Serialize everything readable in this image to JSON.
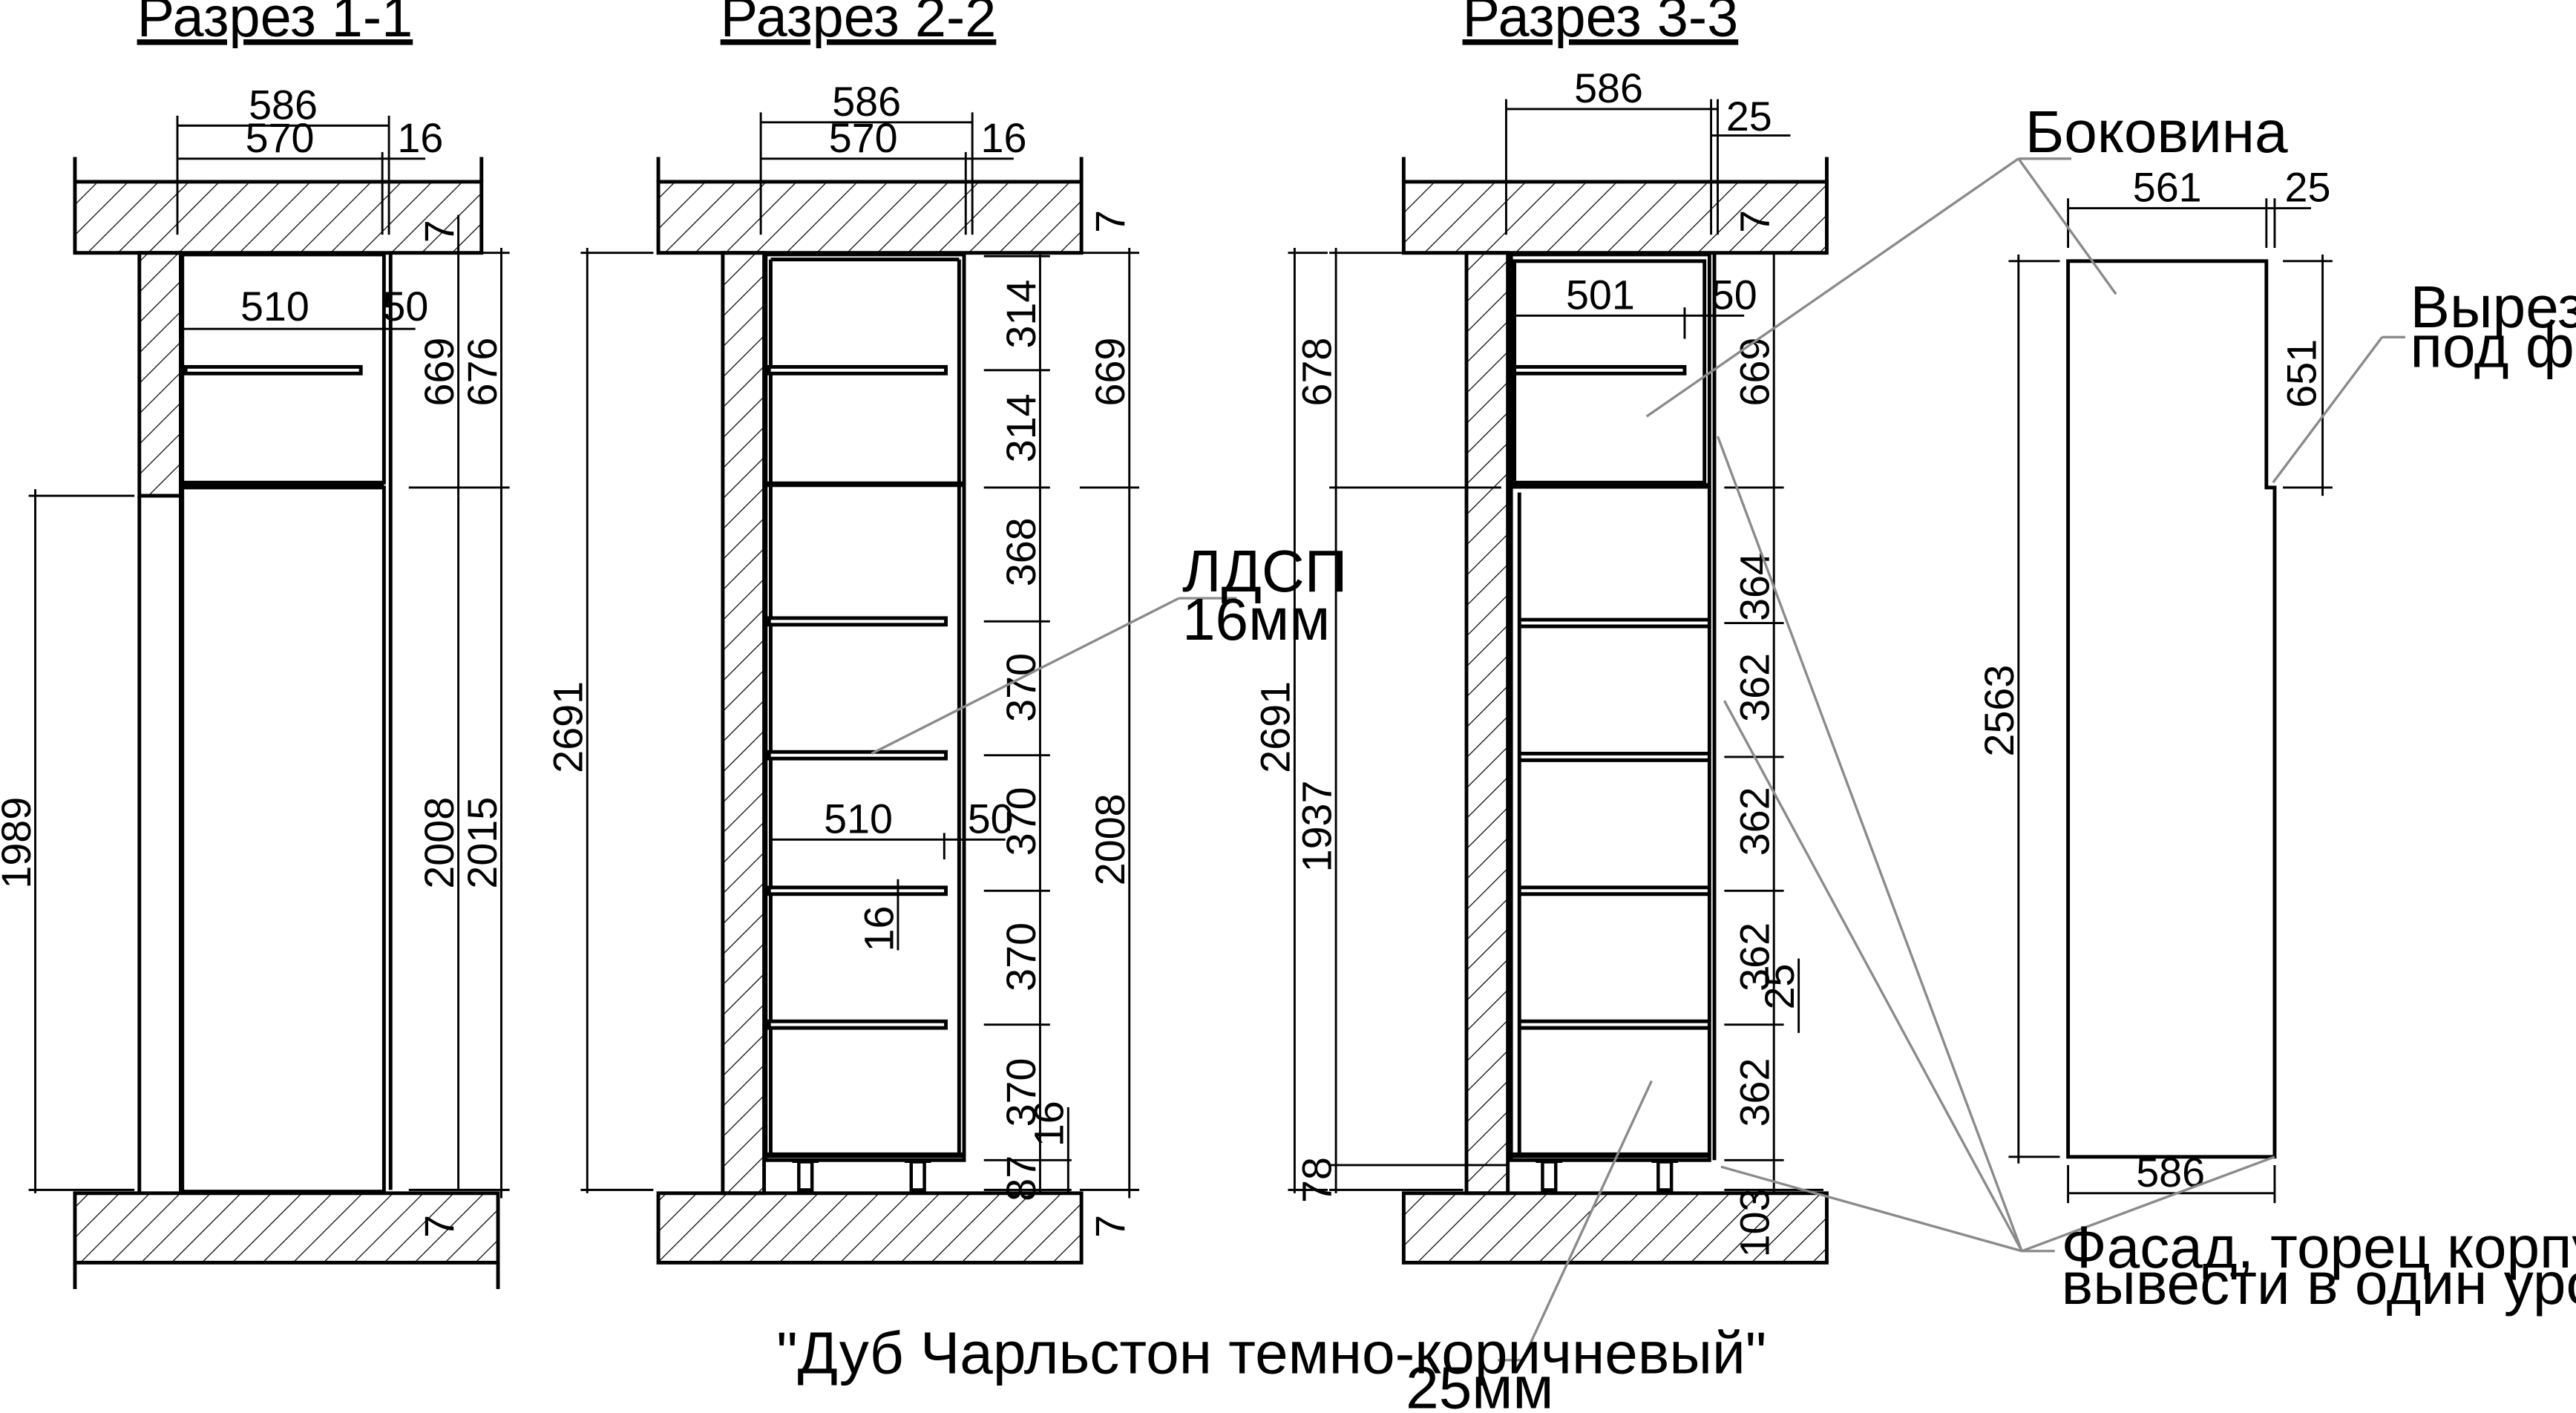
{
  "sections": {
    "s1": {
      "title": "Разрез 1-1"
    },
    "s2": {
      "title": "Разрез 2-2"
    },
    "s3": {
      "title": "Разрез 3-3"
    }
  },
  "dims": {
    "s1": {
      "w586": "586",
      "w570": "570",
      "w16": "16",
      "w510": "510",
      "w50": "50",
      "h7top": "7",
      "h669": "669",
      "h676": "676",
      "h2008": "2008",
      "h2015": "2015",
      "h1989": "1989",
      "h7bot": "7"
    },
    "s2": {
      "w586": "586",
      "w570": "570",
      "w16": "16",
      "w510": "510",
      "w50": "50",
      "h7top": "7",
      "h314a": "314",
      "h314b": "314",
      "h368": "368",
      "h370a": "370",
      "h370b": "370",
      "h370c": "370",
      "h370d": "370",
      "h16v": "16",
      "h16s": "16",
      "h87": "87",
      "h7bot": "7",
      "h669": "669",
      "h2008": "2008",
      "h2691": "2691"
    },
    "s3": {
      "w586": "586",
      "w25": "25",
      "w501": "501",
      "w50": "50",
      "h7top": "7",
      "h669": "669",
      "h678": "678",
      "h364": "364",
      "h362a": "362",
      "h362b": "362",
      "h362c": "362",
      "h362d": "362",
      "h25": "25",
      "h103": "103",
      "h78": "78",
      "h1937": "1937",
      "h2691": "2691"
    },
    "side": {
      "w561": "561",
      "w25": "25",
      "h651": "651",
      "h2563": "2563",
      "w586": "586"
    }
  },
  "notes": {
    "bokovina": "Боковина",
    "cutout_line1": "Вырез",
    "cutout_line2": "под фасад",
    "ldsp_line1": "ЛДСП",
    "ldsp_line2": "16мм",
    "level_line1": "Фасад, торец корпуса, цоколь",
    "level_line2": "вывести в один уровень",
    "oak_line1": "\"Дуб Чарльстон темно-коричневый\"",
    "oak_line2": "25мм"
  }
}
